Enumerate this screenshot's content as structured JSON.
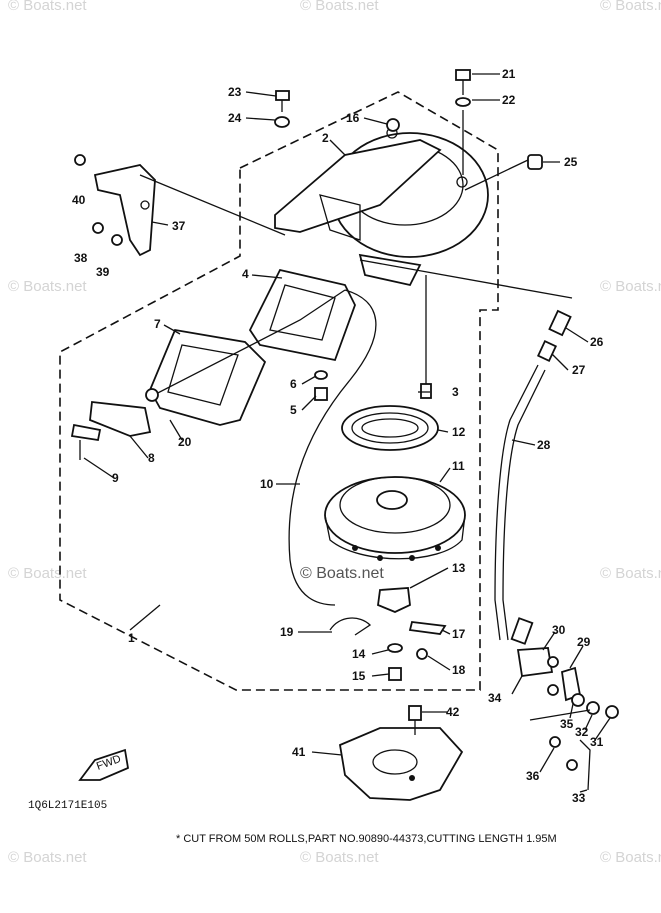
{
  "watermark": "© Boats.net",
  "center_watermark": "© Boats.net",
  "diagram_code": "1Q6L2171E105",
  "footnote": "* CUT FROM 50M ROLLS,PART NO.90890-44373,CUTTING LENGTH 1.95M",
  "fwd_label": "FWD",
  "callouts": [
    "1",
    "2",
    "3",
    "4",
    "5",
    "6",
    "7",
    "8",
    "9",
    "10",
    "11",
    "12",
    "13",
    "14",
    "15",
    "16",
    "17",
    "18",
    "19",
    "20",
    "21",
    "22",
    "23",
    "24",
    "25",
    "26",
    "27",
    "28",
    "29",
    "30",
    "31",
    "32",
    "33",
    "34",
    "35",
    "36",
    "36",
    "37",
    "38",
    "39",
    "40",
    "41",
    "42"
  ]
}
